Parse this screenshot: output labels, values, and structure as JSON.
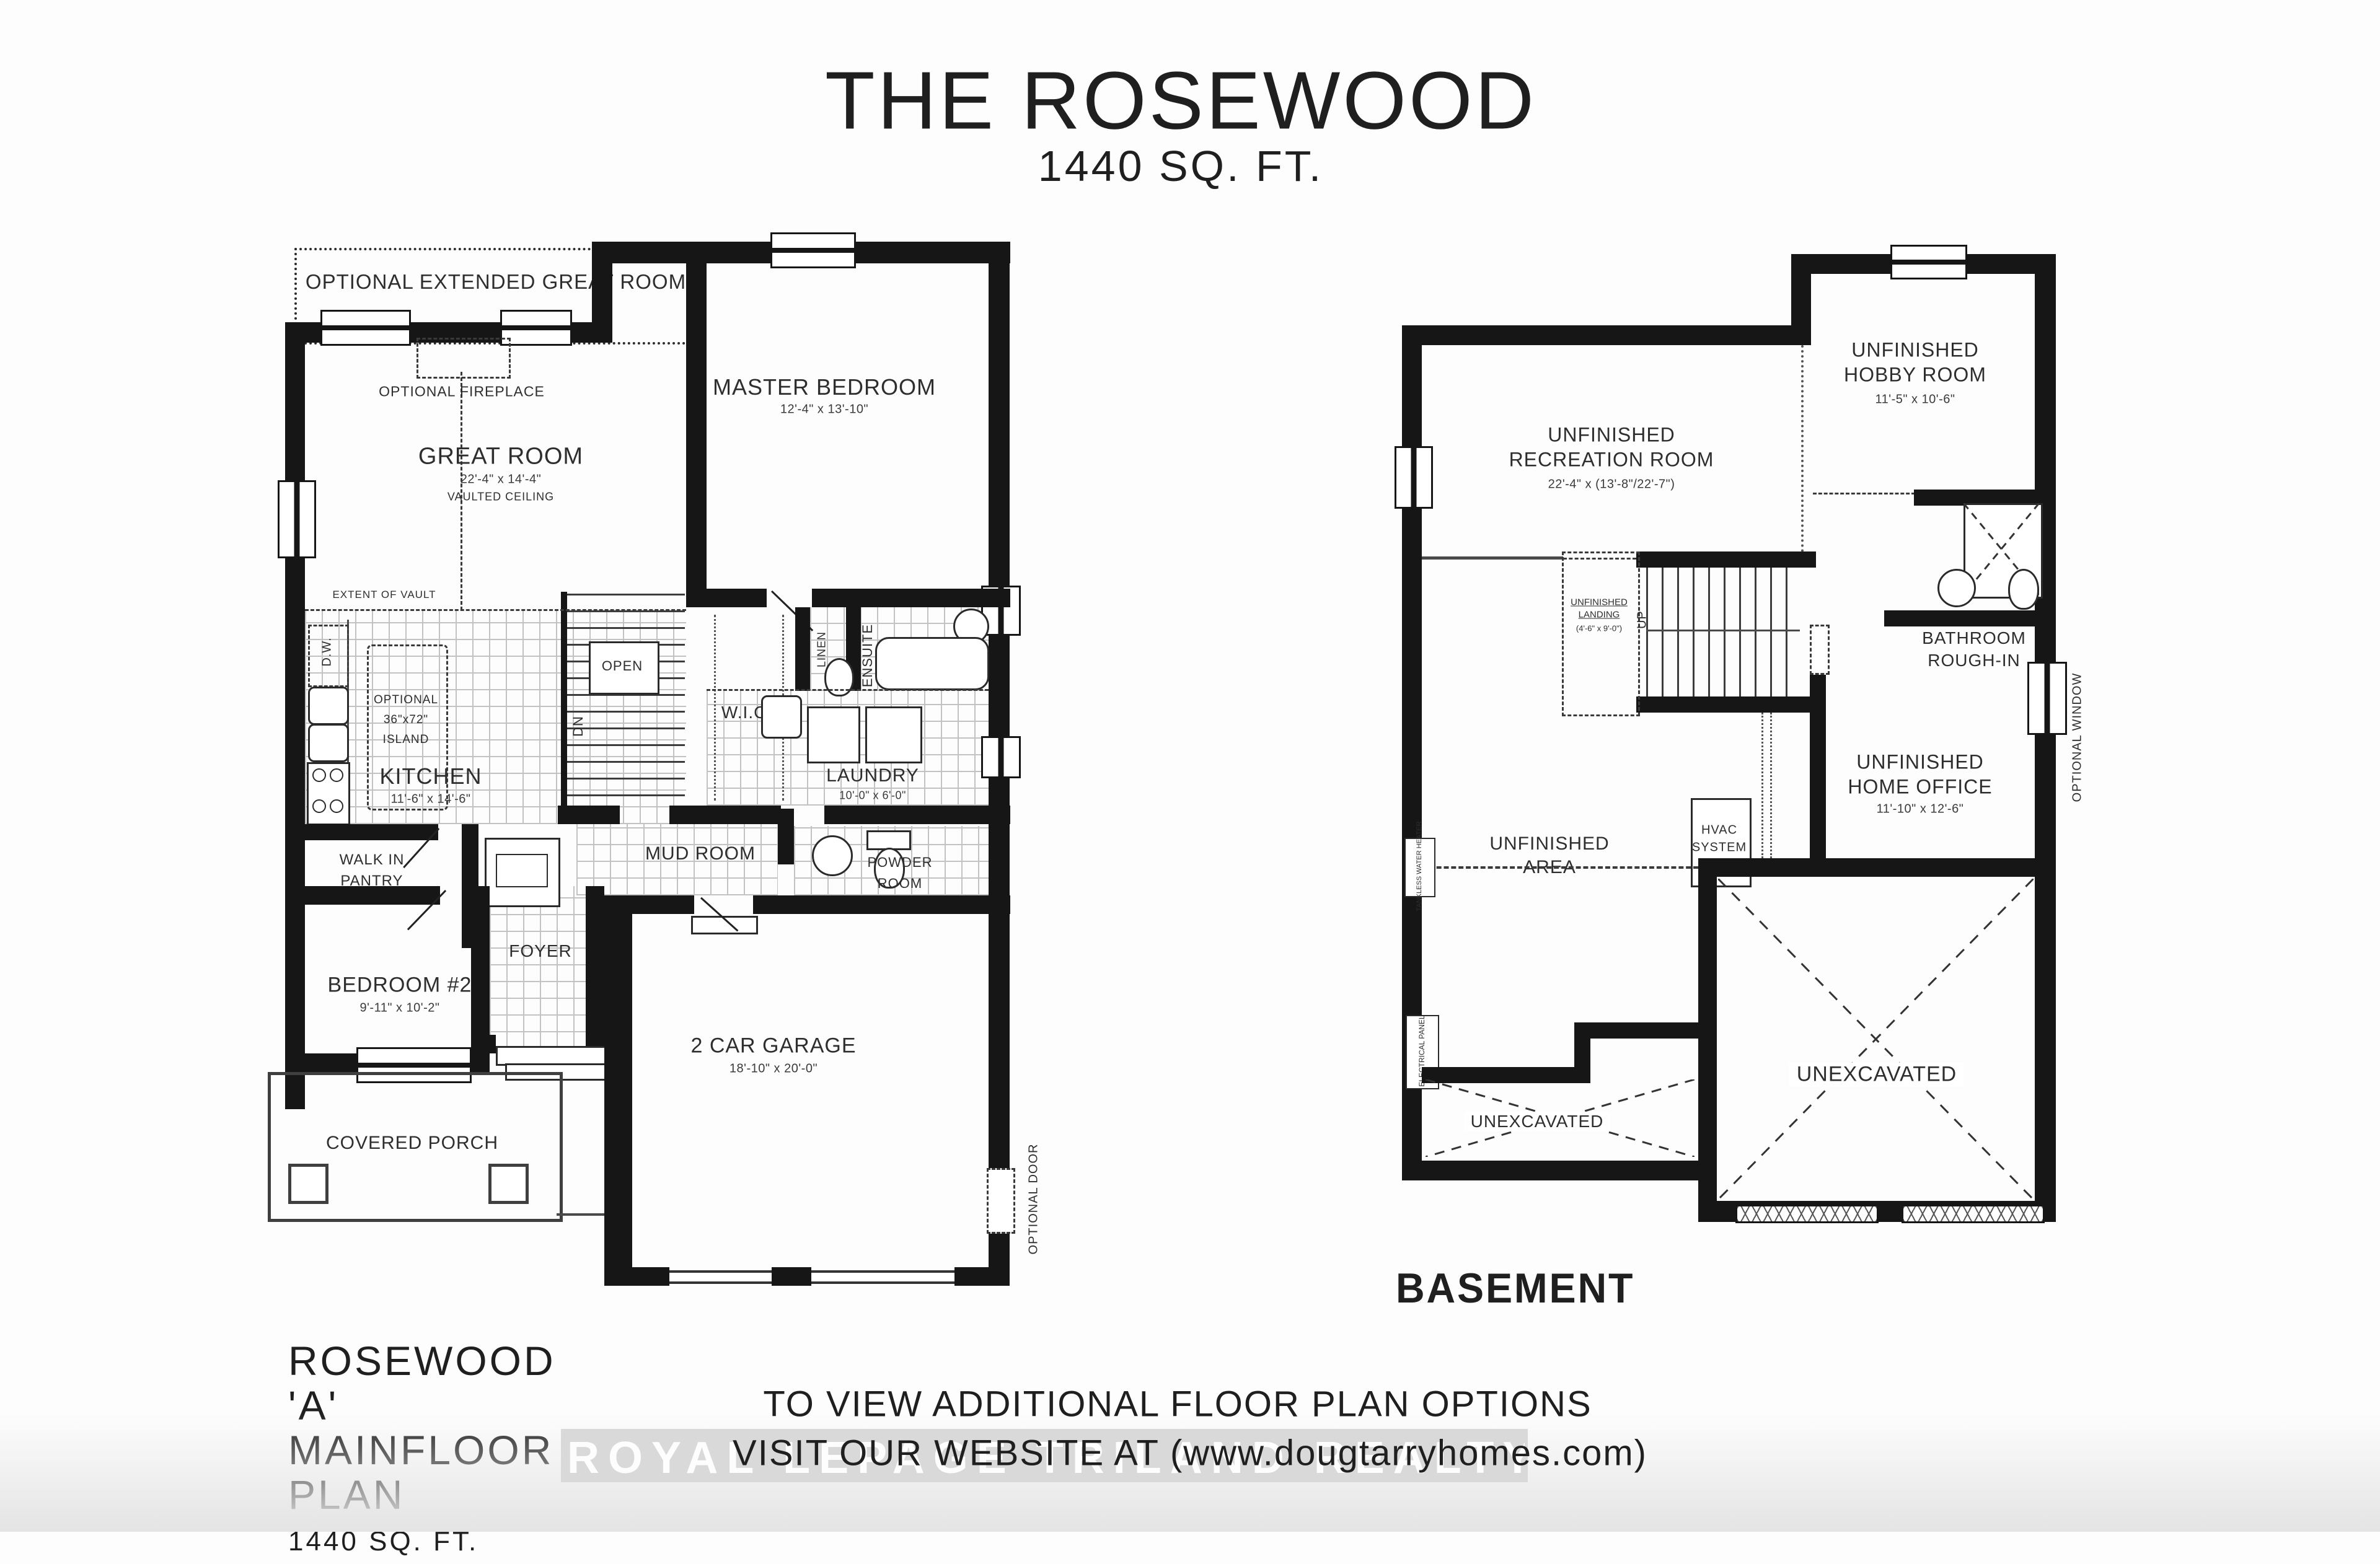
{
  "header": {
    "title": "THE ROSEWOOD",
    "subtitle": "1440 SQ. FT."
  },
  "mainfloor": {
    "optional_extended_great_room": "OPTIONAL EXTENDED GREAT ROOM",
    "optional_fireplace": "OPTIONAL FIREPLACE",
    "great_room": {
      "label": "GREAT ROOM",
      "dims": "22'-4\" x 14'-4\"",
      "note": "VAULTED CEILING"
    },
    "master_bedroom": {
      "label": "MASTER BEDROOM",
      "dims": "12'-4\" x 13'-10\""
    },
    "linen": "LINEN",
    "ensuite": "ENSUITE",
    "wic": "W.I.C.",
    "extent_of_vault": "EXTENT OF VAULT",
    "dw": "D.W.",
    "island": {
      "line1": "OPTIONAL",
      "line2": "36\"x72\"",
      "line3": "ISLAND"
    },
    "open": "OPEN",
    "dn": "DN",
    "kitchen": {
      "label": "KITCHEN",
      "dims": "11'-6\" x 14'-6\""
    },
    "laundry": {
      "label": "LAUNDRY",
      "dims": "10'-0\" x 6'-0\""
    },
    "walk_in_pantry": {
      "line1": "WALK IN",
      "line2": "PANTRY"
    },
    "mud_room": "MUD ROOM",
    "powder_room": {
      "line1": "POWDER",
      "line2": "ROOM"
    },
    "foyer": "FOYER",
    "bedroom_2": {
      "label": "BEDROOM #2",
      "dims": "9'-11\" x 10'-2\""
    },
    "covered_porch": "COVERED PORCH",
    "garage": {
      "label": "2 CAR GARAGE",
      "dims": "18'-10\" x 20'-0\""
    },
    "optional_door": "OPTIONAL DOOR",
    "plan_title": {
      "line1": "ROSEWOOD 'A'",
      "line2": "MAINFLOOR PLAN",
      "line3": "1440 SQ. FT."
    }
  },
  "basement": {
    "recreation_room": {
      "line1": "UNFINISHED",
      "line2": "RECREATION ROOM",
      "dims": "22'-4\" x (13'-8\"/22'-7\")"
    },
    "hobby_room": {
      "line1": "UNFINISHED",
      "line2": "HOBBY ROOM",
      "dims": "11'-5\" x 10'-6\""
    },
    "bathroom_rough_in": {
      "line1": "BATHROOM",
      "line2": "ROUGH-IN"
    },
    "landing": {
      "line1": "UNFINISHED",
      "line2": "LANDING",
      "dims": "(4'-6\" x 9'-0\")"
    },
    "up": "UP",
    "home_office": {
      "line1": "UNFINISHED",
      "line2": "HOME OFFICE",
      "dims": "11'-10\" x 12'-6\""
    },
    "hvac": {
      "line1": "HVAC",
      "line2": "SYSTEM"
    },
    "unfinished_area": {
      "line1": "UNFINISHED",
      "line2": "AREA"
    },
    "tankless_water_heater": "TANKLESS WATER HEATER",
    "electrical_panel": "ELECTRICAL PANEL",
    "unexcavated_left": "UNEXCAVATED",
    "unexcavated_right": "UNEXCAVATED",
    "optional_window": "OPTIONAL WINDOW",
    "plan_title": "BASEMENT"
  },
  "footer": {
    "note_line1": "TO VIEW ADDITIONAL FLOOR PLAN OPTIONS",
    "note_line2": "VISIT OUR WEBSITE AT (www.dougtarryhomes.com)",
    "watermark": "ROYAL LEPAGE TRILAND REALTY, Brokerage"
  },
  "colors": {
    "wall": "#161616",
    "text": "#2e2e2e",
    "grid": "#c2c2c2",
    "watermark_band": "#d9d9d9"
  }
}
